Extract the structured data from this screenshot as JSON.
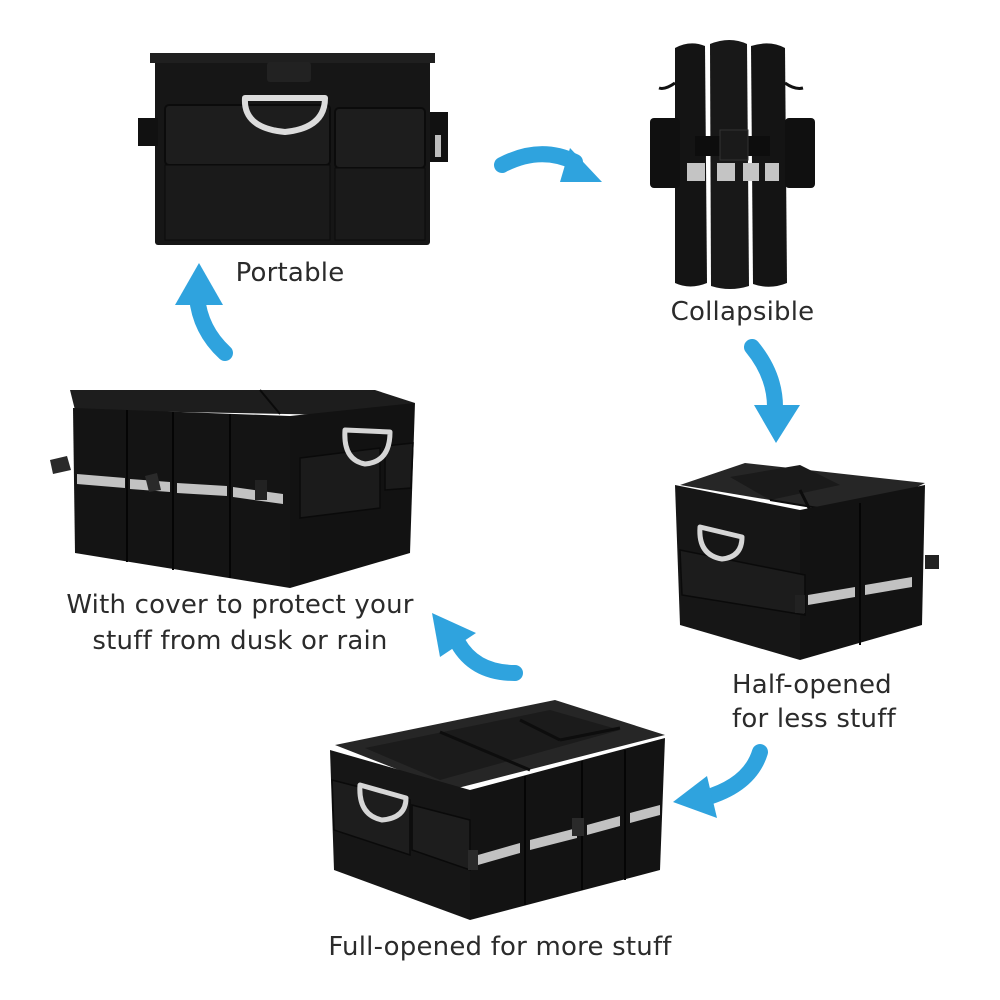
{
  "infographic": {
    "steps": [
      {
        "id": "portable",
        "label": "Portable"
      },
      {
        "id": "collapsible",
        "label": "Collapsible"
      },
      {
        "id": "half-opened",
        "label_lines": [
          "Half-opened",
          "for less stuff"
        ]
      },
      {
        "id": "full-opened",
        "label": "Full-opened for more stuff"
      },
      {
        "id": "with-cover",
        "label_lines": [
          "With cover to protect your",
          "stuff from dusk or rain"
        ]
      }
    ],
    "arrow_color": "#2fa3de",
    "product_color": "#161616",
    "reflective_strip_color": "#bdbdbd",
    "handle_color": "#d9d9d9"
  }
}
